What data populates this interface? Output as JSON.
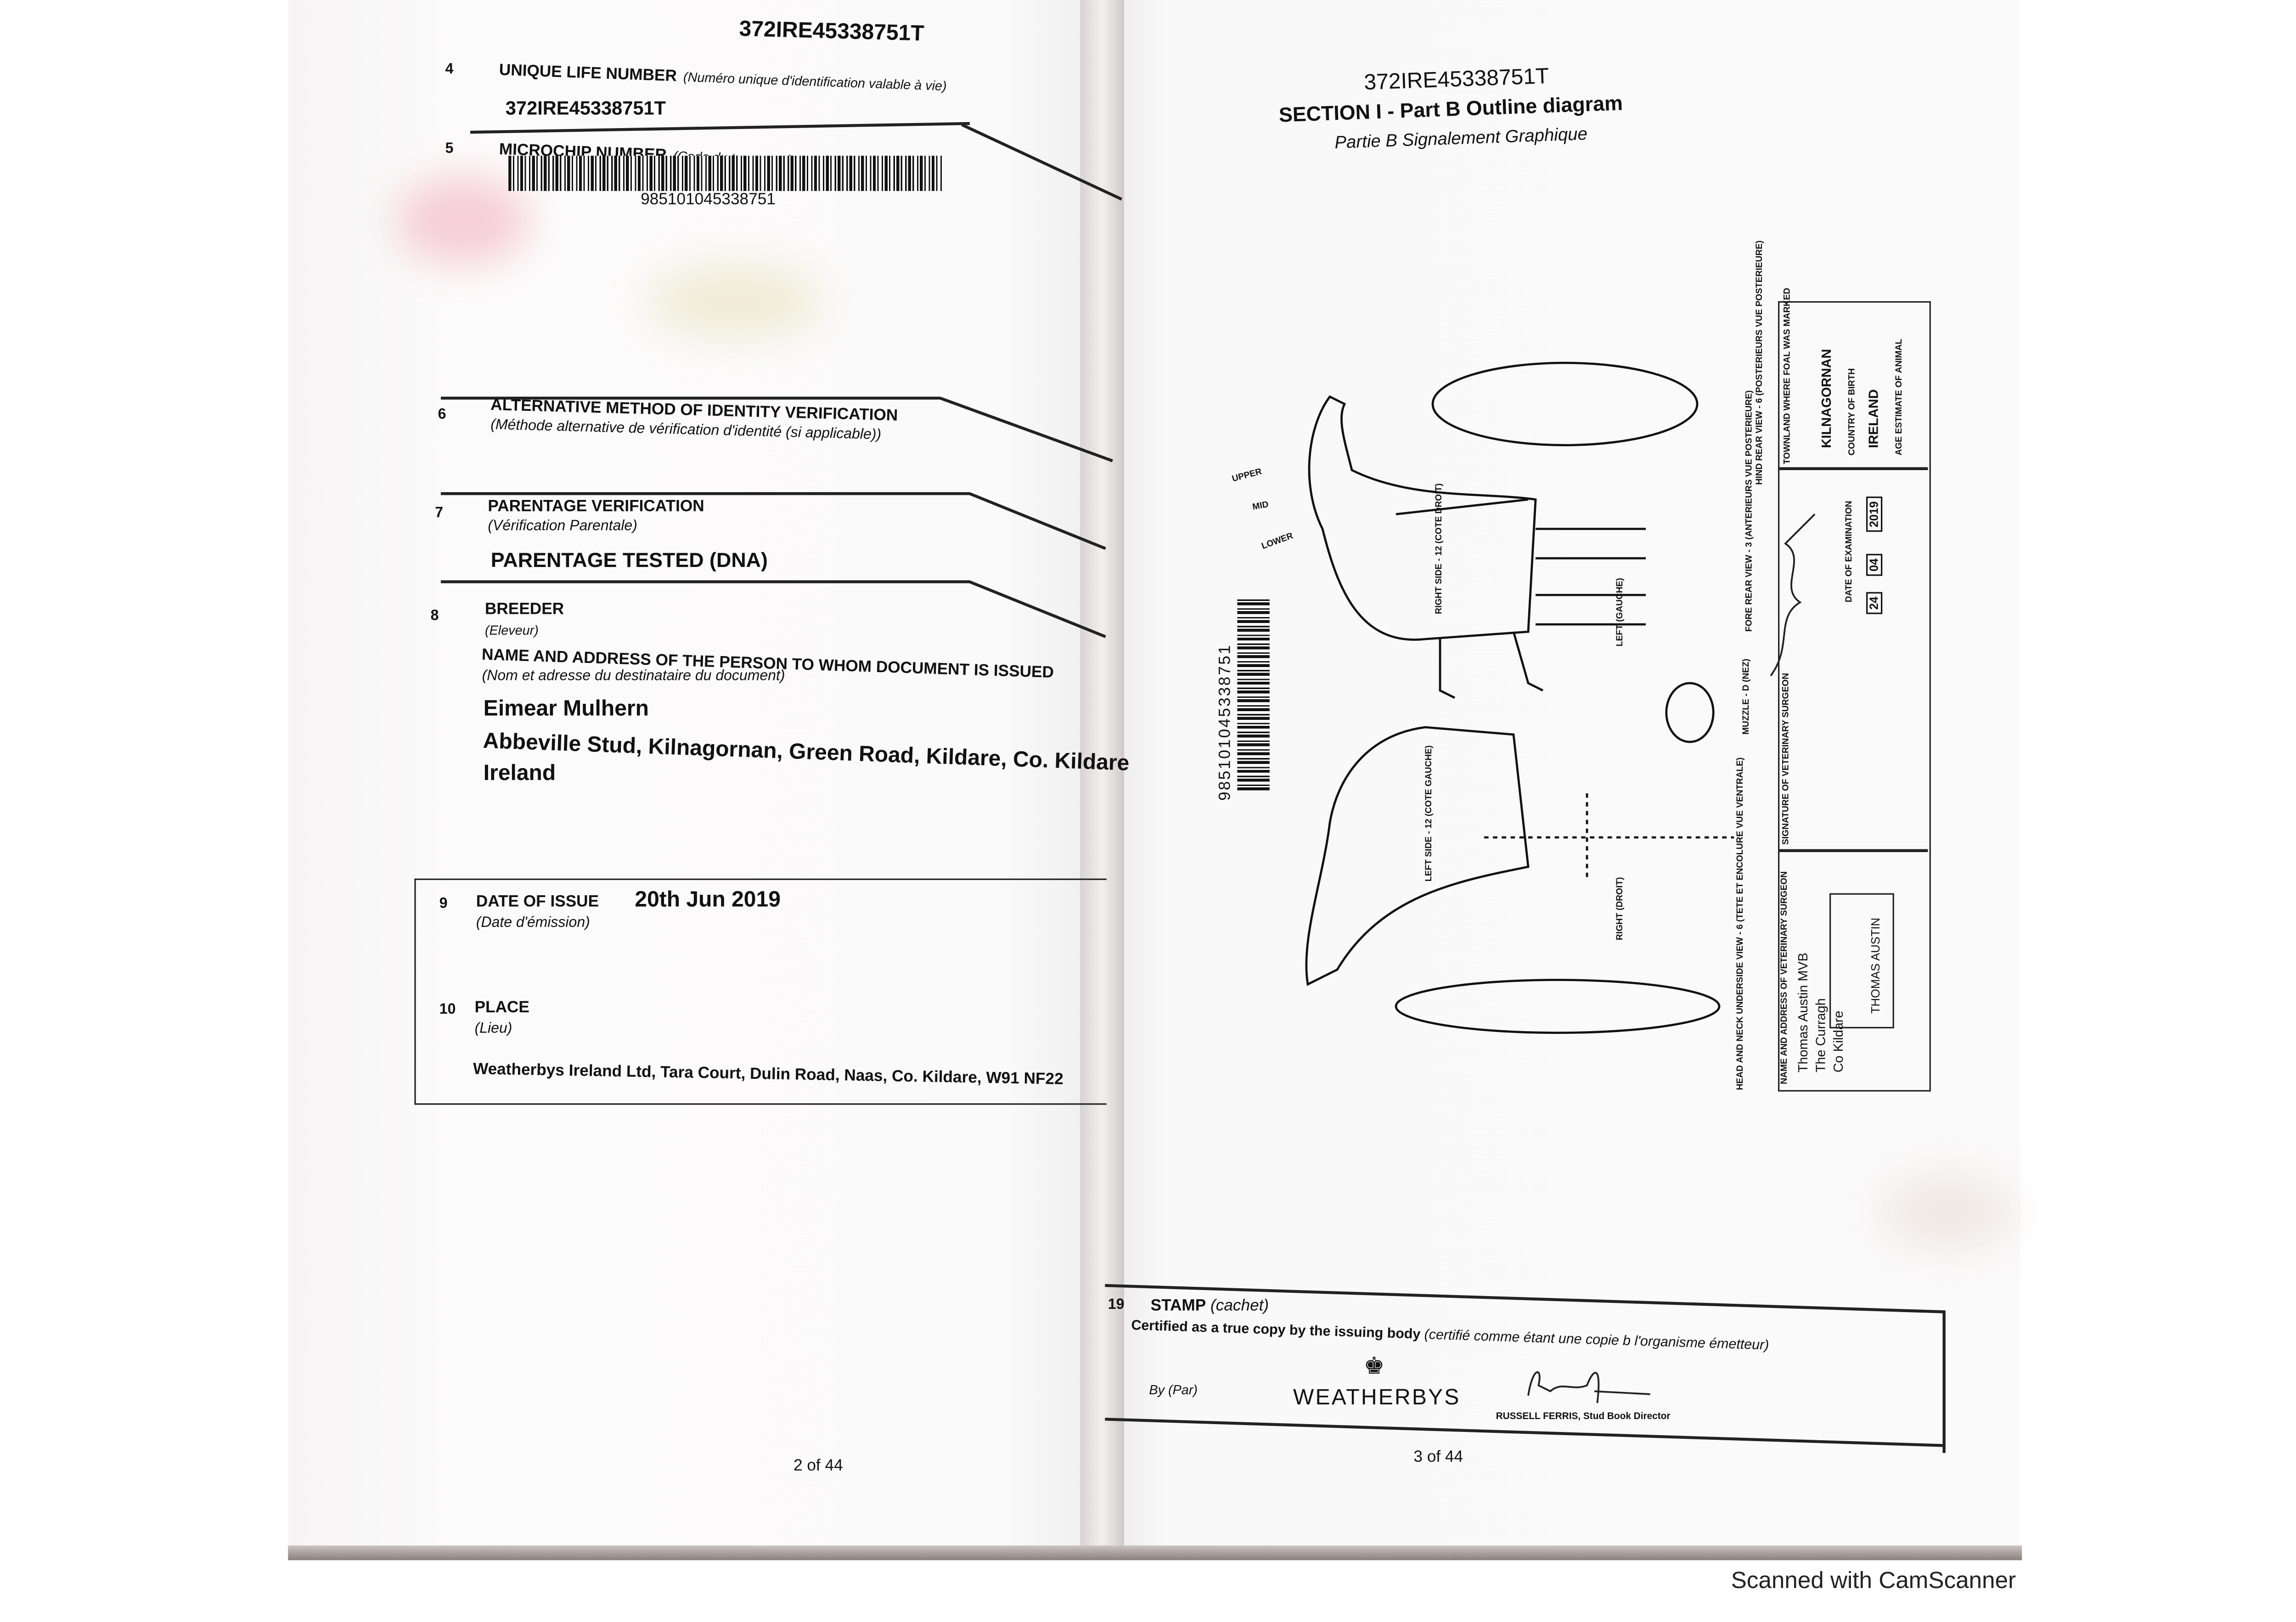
{
  "left_page": {
    "header_id": "372IRE45338751T",
    "field4": {
      "num": "4",
      "label": "UNIQUE LIFE NUMBER",
      "label_fr": "(Numéro unique d'identification valable à vie)",
      "value": "372IRE45338751T"
    },
    "field5": {
      "num": "5",
      "label": "MICROCHIP NUMBER",
      "label_fr": "(Code du transpondeur (si disponible)",
      "value": "985101045338751"
    },
    "field6": {
      "num": "6",
      "label": "ALTERNATIVE METHOD OF IDENTITY VERIFICATION",
      "label_fr": "(Méthode alternative de vérification d'identité (si applicable))"
    },
    "field7": {
      "num": "7",
      "label": "PARENTAGE VERIFICATION",
      "label_fr": "(Vérification Parentale)",
      "value": "PARENTAGE TESTED (DNA)"
    },
    "field8": {
      "num": "8",
      "label": "BREEDER",
      "label_fr": "(Eleveur)",
      "sublabel": "NAME AND ADDRESS OF THE PERSON TO WHOM DOCUMENT IS ISSUED",
      "sublabel_fr": "(Nom et adresse du destinataire du document)",
      "name": "Eimear Mulhern",
      "address1": "Abbeville Stud, Kilnagornan, Green Road, Kildare, Co. Kildare",
      "address2": "Ireland"
    },
    "field9": {
      "num": "9",
      "label": "DATE OF ISSUE",
      "value": "20th Jun 2019",
      "label_fr": "(Date d'émission)"
    },
    "field10": {
      "num": "10",
      "label": "PLACE",
      "label_fr": "(Lieu)",
      "value": "Weatherbys Ireland Ltd, Tara Court, Dulin Road, Naas, Co. Kildare, W91 NF22"
    },
    "page_number": "2 of 44"
  },
  "right_page": {
    "header_id": "372IRE45338751T",
    "title": "SECTION I - Part B Outline diagram",
    "subtitle": "Partie B Signalement Graphique",
    "barcode_number": "985101045338751",
    "diagram_labels": {
      "upper": "UPPER",
      "mid": "MID",
      "lower": "LOWER",
      "right_side": "RIGHT SIDE - 12 (COTE DROIT)",
      "left_side": "LEFT SIDE - 12 (COTE GAUCHE)",
      "left": "LEFT (GAUCHE)",
      "right": "RIGHT (DROIT)",
      "muzzle": "MUZZLE - D (NEZ)",
      "fore_rear": "FORE REAR VIEW - 3 (ANTERIEURS VUE POSTERIEURE)",
      "hind_rear": "HIND REAR VIEW - 6 (POSTERIEURS VUE POSTERIEURE)",
      "head_neck": "HEAD AND NECK UNDERSIDE VIEW - 6 (TETE ET ENCOLURE VUE VENTRALE)"
    },
    "vet_panel": {
      "town_label": "TOWNLAND WHERE FOAL WAS MARKED",
      "town_value": "KILNAGORNAN",
      "country_label": "COUNTRY OF BIRTH",
      "country_value": "IRELAND",
      "age_label": "AGE ESTIMATE OF ANIMAL",
      "exam_label": "DATE OF EXAMINATION",
      "exam_day": "24",
      "exam_month": "04",
      "exam_year": "2019",
      "signature_label": "SIGNATURE OF VETERINARY SURGEON",
      "name_label": "NAME AND ADDRESS OF VETERINARY SURGEON",
      "vet_name": "Thomas Austin MVB",
      "vet_addr1": "The Curragh",
      "vet_addr2": "Co Kildare",
      "stamp_name": "THOMAS AUSTIN"
    },
    "stamp": {
      "num": "19",
      "label": "STAMP",
      "label_fr": "(cachet)",
      "certified": "Certified as a true copy by the issuing body",
      "certified_fr": "(certifié comme étant une copie b l'organisme émetteur)",
      "by": "By (Par)",
      "logo_text": "WEATHERBYS",
      "signatory": "RUSSELL FERRIS, Stud Book Director"
    },
    "page_number": "3 of 44"
  },
  "footer": "Scanned with CamScanner"
}
